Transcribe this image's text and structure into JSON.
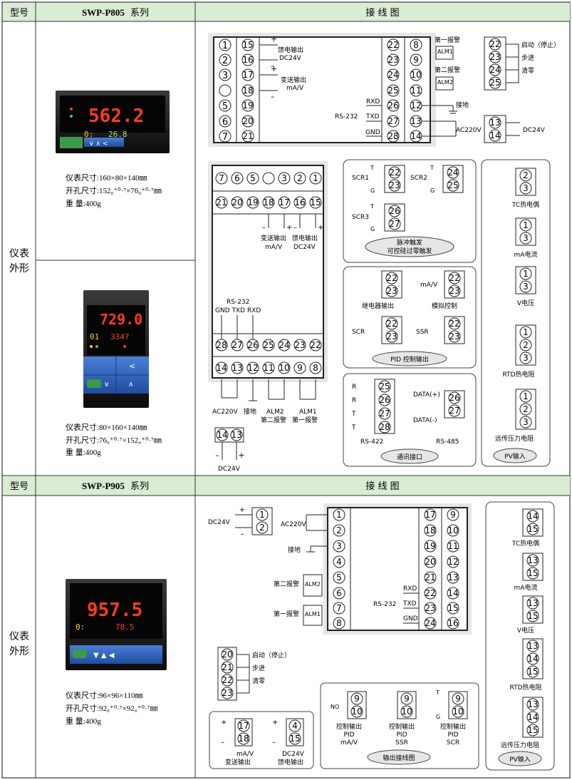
{
  "section1": {
    "model_label": "型号",
    "model": "SWP-P805",
    "series": "系列",
    "wiring_title": "接 线 图",
    "appearance_label": [
      "仪表",
      "外形"
    ],
    "specs_a": [
      "仪表尺寸:160×80×140㎜",
      "开孔尺寸:152₀⁺⁰·⁷×76₀⁺⁰·⁷㎜",
      "重    量:400g"
    ],
    "specs_b": [
      "仪表尺寸:80×160×140㎜",
      "开孔尺寸:76₀⁺⁰·⁷×152₀⁺⁰·⁷㎜",
      "重     量:400g"
    ],
    "meter_a": {
      "pv": "562.2",
      "sv": "26.8",
      "sv_prefix": "0:"
    },
    "meter_b": {
      "pv": "729.0",
      "sv": "3347",
      "sv_prefix": "01"
    },
    "labels": {
      "first_alarm": "第一报警",
      "second_alarm": "第二报警",
      "alm1": "ALM1",
      "alm2": "ALM2",
      "feed_out": "馈电输出",
      "dc24v": "DC24V",
      "transmit_out": "变送输出",
      "ma_v": "mA/V",
      "rxd": "RXD",
      "txd": "TXD",
      "gnd": "GND",
      "rs232": "RS-232",
      "ground": "接地",
      "ac220v": "AC220V",
      "start_stop": "启动（停止）",
      "step": "步进",
      "clear": "清零",
      "scr1": "SCR1",
      "scr2": "SCR2",
      "scr3": "SCR3",
      "pulse_trigger": "脉冲触发",
      "zero_cross_trigger": "可控硅过零触发",
      "relay_out": "继电器输出",
      "analog_ctrl": "模拟控制",
      "scr": "SCR",
      "ssr": "SSR",
      "pid_ctrl_out": "PID 控制输出",
      "data_plus": "DATA(+)",
      "data_minus": "DATA(-)",
      "rs422": "RS-422",
      "rs485": "RS-485",
      "comm_port": "通讯接口",
      "tc": "TC热电偶",
      "ma_current": "mA电流",
      "v_voltage": "V电压",
      "rtd": "RTD热电阻",
      "remote_pressure": "远传压力电阻",
      "pv_input": "PV输入",
      "rs232_gnd_txd_rxd": "GND TXD RXD",
      "alm2_second": "ALM2  第二报警",
      "alm1_first": "ALM1  第一报警",
      "t": "T",
      "g": "G",
      "r": "R"
    }
  },
  "section2": {
    "model_label": "型号",
    "model": "SWP-P905",
    "series": "系列",
    "wiring_title": "接 线 图",
    "appearance_label": [
      "仪表",
      "外形"
    ],
    "specs": [
      "仪表尺寸:96×96×110㎜",
      "开孔尺寸:92₀⁺⁰·⁷×92₀⁺⁰·⁷㎜",
      "重     量:400g"
    ],
    "meter": {
      "pv": "957.5",
      "sv": "78.5",
      "sv_prefix": "0:"
    },
    "labels": {
      "dc24v": "DC24V",
      "ac220v": "AC220V",
      "ground": "接地",
      "second_alarm": "第二报警",
      "first_alarm": "第一报警",
      "alm2": "ALM2",
      "alm1": "ALM1",
      "rs232": "RS-232",
      "rxd": "RXD",
      "txd": "TXD",
      "gnd": "GND",
      "start_stop": "启动（停止）",
      "step": "步进",
      "clear": "清零",
      "ma_v": "mA/V",
      "transmit_out": "变送输出",
      "feed_out": "馈电输出",
      "no": "NO",
      "ctrl_out": "控制输出",
      "pid": "PID",
      "ssr": "SSR",
      "scr": "SCR",
      "out_wiring": "输出接线图",
      "tc": "TC热电偶",
      "ma_current": "mA电流",
      "v_voltage": "V电压",
      "rtd": "RTD热电阻",
      "remote_pressure": "远传压力电阻",
      "pv_input": "PV输入",
      "t": "T",
      "g": "G"
    }
  },
  "colors": {
    "header_bg": "#d9ecd4",
    "grid_line": "#333333",
    "panel_grey": "#e6e6e6",
    "meter_body": "#1a1a1a",
    "led_red": "#ff3b1e",
    "led_yellow": "#ffd21a",
    "button_blue": "#2a5db5",
    "button_green": "#3c9a4c"
  }
}
